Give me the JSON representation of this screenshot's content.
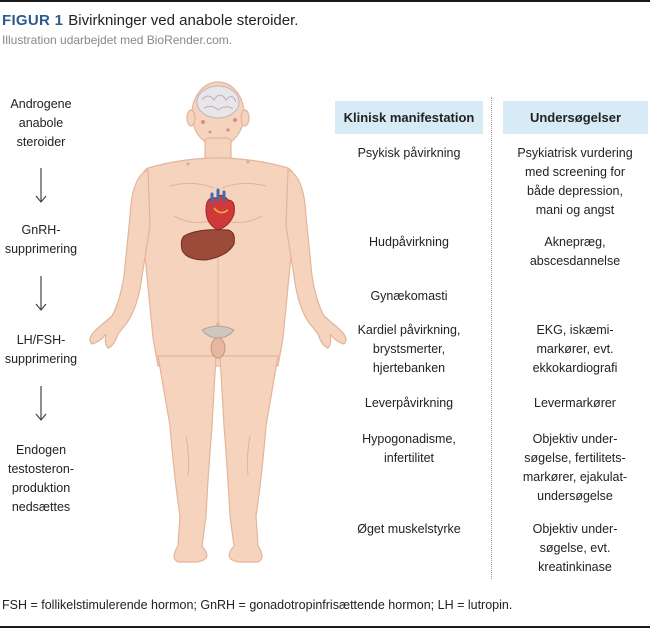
{
  "figure": {
    "label": "FIGUR 1",
    "title": "Bivirkninger ved anabole steroider.",
    "subtitle": "Illustration udarbejdet med BioRender.com."
  },
  "cascade": [
    "Androgene anabole steroider",
    "GnRH-supprimering",
    "LH/FSH-supprimering",
    "Endogen testosteron-produktion nedsættes"
  ],
  "cascade_lines": [
    [
      "Androgene",
      "anabole",
      "steroider"
    ],
    [
      "GnRH-",
      "supprimering"
    ],
    [
      "LH/FSH-",
      "supprimering"
    ],
    [
      "Endogen",
      "testosteron-",
      "produktion",
      "nedsættes"
    ]
  ],
  "table": {
    "headers": [
      "Klinisk manifestation",
      "Undersøgelser"
    ],
    "rows": [
      {
        "manifestation": [
          "Psykisk påvirkning"
        ],
        "examination": [
          "Psykiatrisk vurdering",
          "med screening for",
          "både depression,",
          "mani og angst"
        ]
      },
      {
        "manifestation": [
          "Hudpåvirkning"
        ],
        "examination": [
          "Aknepræg,",
          "abscesdannelse"
        ]
      },
      {
        "manifestation": [
          "Gynækomasti"
        ],
        "examination": []
      },
      {
        "manifestation": [
          "Kardiel påvirkning,",
          "brystsmerter,",
          "hjertebanken"
        ],
        "examination": [
          "EKG, iskæmi-",
          "markører, evt.",
          "ekkokardiografi"
        ]
      },
      {
        "manifestation": [
          "Leverpåvirkning"
        ],
        "examination": [
          "Levermarkører"
        ]
      },
      {
        "manifestation": [
          "Hypogonadisme,",
          "infertilitet"
        ],
        "examination": [
          "Objektiv under-",
          "søgelse, fertilitets-",
          "markører, ejakulat-",
          "undersøgelse"
        ]
      },
      {
        "manifestation": [
          "Øget muskelstyrke"
        ],
        "examination": [
          "Objektiv under-",
          "søgelse, evt.",
          "kreatinkinase"
        ]
      }
    ]
  },
  "footnote": "FSH = follikelstimulerende hormon; GnRH = gonadotropinfrisættende hormon; LH = lutropin.",
  "colors": {
    "label_blue": "#2b5c8a",
    "header_bg": "#d7ebf6",
    "skin": "#f5d3bd",
    "skin_outline": "#e3b59a",
    "liver": "#9c4a3a",
    "heart": "#d0393a",
    "brain": "#e9e6ea"
  }
}
